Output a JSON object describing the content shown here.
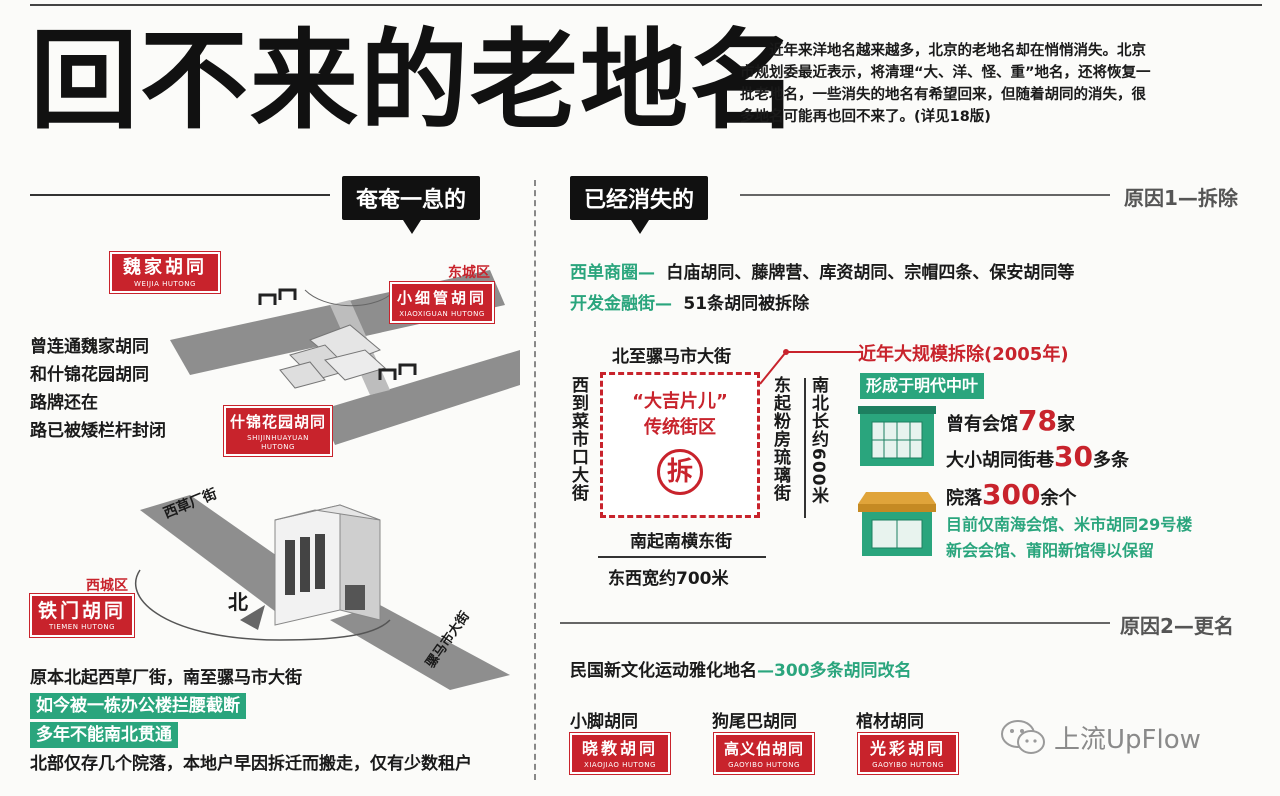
{
  "title": "回不来的老地名",
  "intro": "近年来洋地名越来越多，北京的老地名却在悄悄消失。北京市规划委最近表示，将清理“大、洋、怪、重”地名，还将恢复一批老地名，一些消失的地名有希望回来，但随着胡同的消失，很多地名可能再也回不来了。(详见18版)",
  "left": {
    "header": "奄奄一息的",
    "sign_weijia": {
      "zh": "魏家胡同",
      "py": "WEIJIA HUTONG"
    },
    "district_dongcheng": "东城区",
    "sign_xiaoxiguan": {
      "zh": "小细管胡同",
      "py": "XIAOXIGUAN HUTONG"
    },
    "sign_shijinhuayuan": {
      "zh": "什锦花园胡同",
      "py": "SHIJINHUAYUAN HUTONG"
    },
    "text1": [
      "曾连通魏家胡同",
      "和什锦花园胡同",
      "路牌还在",
      "路已被矮栏杆封闭"
    ],
    "street_xicaochang": "西草厂街",
    "street_luomashi": "骡马市大街",
    "north": "北",
    "district_xicheng": "西城区",
    "sign_tiemen": {
      "zh": "铁门胡同",
      "py": "TIEMEN HUTONG"
    },
    "text2": "原本北起西草厂街，南至骡马市大街",
    "highlight1": "如今被一栋办公楼拦腰截断",
    "highlight2": "多年不能南北贯通",
    "text3": "北部仅存几个院落，本地户早因拆迁而搬走，仅有少数租户"
  },
  "right": {
    "header": "已经消失的",
    "reason1": "原因1—拆除",
    "xidan_label": "西单商圈—",
    "xidan_text": "白庙胡同、藤牌营、库资胡同、宗帽四条、保安胡同等",
    "finance_label": "开发金融街—",
    "finance_text": "51条胡同被拆除",
    "map": {
      "north": "北至骡马市大街",
      "west": "西到菜市口大街",
      "east": "东起粉房琉璃街",
      "south": "南起南横东街",
      "length": "南北长约600米",
      "width": "东西宽约700米",
      "area_name_1": "“大吉片儿”",
      "area_name_2": "传统街区",
      "demolish": "拆"
    },
    "demolition_title": "近年大规模拆除(2005年)",
    "formed": "形成于明代中叶",
    "stat1_pre": "曾有会馆",
    "stat1_num": "78",
    "stat1_post": "家",
    "stat2_pre": "大小胡同街巷",
    "stat2_num": "30",
    "stat2_post": "多条",
    "stat3_pre": "院落",
    "stat3_num": "300",
    "stat3_post": "余个",
    "preserved_1": "目前仅南海会馆、米市胡同29号楼",
    "preserved_2": "新会会馆、莆阳新馆得以保留",
    "reason2": "原因2—更名",
    "rename_text": "民国新文化运动雅化地名",
    "rename_highlight": "—300多条胡同改名",
    "renames": [
      {
        "old": "小脚胡同",
        "zh": "晓教胡同",
        "py": "XIAOJIAO HUTONG"
      },
      {
        "old": "狗尾巴胡同",
        "zh": "高义伯胡同",
        "py": "GAOYIBO HUTONG"
      },
      {
        "old": "棺材胡同",
        "zh": "光彩胡同",
        "py": "GAOYIBO HUTONG"
      }
    ]
  },
  "watermark": "上流UpFlow",
  "colors": {
    "red": "#c8232c",
    "teal": "#2aa57d",
    "black": "#111111"
  }
}
